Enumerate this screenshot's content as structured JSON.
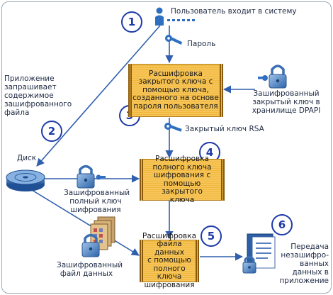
{
  "steps": {
    "s1": "1",
    "s2": "2",
    "s3": "3",
    "s4": "4",
    "s5": "5",
    "s6": "6"
  },
  "labels": {
    "user_logon": "Пользователь входит в систему",
    "password": "Пароль",
    "app_request": "Приложение\nзапрашивает\nсодержимое\nзашифрованного\nфайла",
    "disk": "Диск",
    "dpapi_key": "Зашифрованный\nзакрытый ключ в\nхранилище DPAPI",
    "rsa_private": "Закрытый ключ RSA",
    "enc_full_key": "Зашифрованный\nполный ключ\nшифрования",
    "enc_data_file": "Зашифрованный\nфайл данных",
    "transfer": "Передача\nнезашифро-\nванных\nданных в\nприложение"
  },
  "boxes": {
    "decrypt_private": "Расшифровка\nзакрытого ключа с\nпомощью ключа,\nсозданного на основе\nпароля пользователя",
    "decrypt_full": "Расшифровка\nполного ключа\nшифрования с\nпомощью закрытого\nключа",
    "decrypt_data": "Расшифровка\nфайла данных\nс помощью\nполного ключа\nшифрования"
  },
  "colors": {
    "arrow": "#2f5fae",
    "step_circle": "#1e3aa8",
    "box_fill": "#f6c457"
  }
}
